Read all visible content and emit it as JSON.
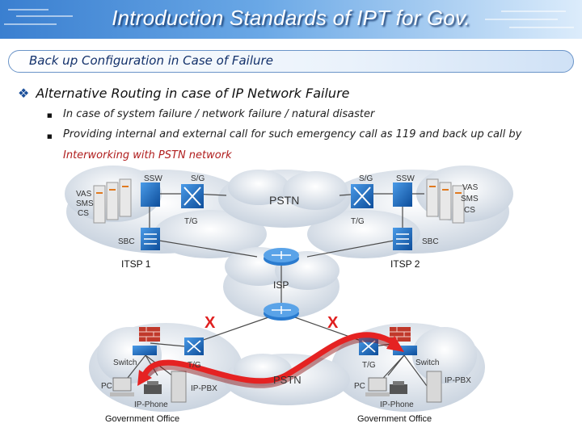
{
  "slide": {
    "title": "Introduction Standards of IPT for Gov.",
    "subtitle": "Back up Configuration in Case of Failure"
  },
  "content": {
    "heading_mark": "❖",
    "heading": "Alternative Routing in case of IP Network Failure",
    "bullet_mark": "■",
    "bullets": [
      "In case of system failure / network failure / natural disaster",
      "Providing internal and external call for such emergency call as 119 and back up call by"
    ],
    "highlight": "Interworking with PSTN network"
  },
  "diagram": {
    "left_itsp": {
      "ssw": "SSW",
      "sg": "S/G",
      "tg": "T/G",
      "sbc": "SBC",
      "vas": "VAS",
      "sms": "SMS",
      "cs": "CS",
      "name": "ITSP 1"
    },
    "right_itsp": {
      "ssw": "SSW",
      "sg": "S/G",
      "tg": "T/G",
      "sbc": "SBC",
      "vas": "VAS",
      "sms": "SMS",
      "cs": "CS",
      "name": "ITSP 2"
    },
    "pstn_top": "PSTN",
    "isp": "ISP",
    "pstn_bottom": "PSTN",
    "failure_mark": "X",
    "left_office": {
      "switch": "Switch",
      "tg": "T/G",
      "pc": "PC",
      "ip_pbx": "IP-PBX",
      "ip_phone": "IP-Phone",
      "name": "Government Office"
    },
    "right_office": {
      "switch": "Switch",
      "tg": "T/G",
      "pc": "PC",
      "ip_pbx": "IP-PBX",
      "ip_phone": "IP-Phone",
      "name": "Government Office"
    },
    "colors": {
      "failure": "#e02020",
      "route": "#e52222",
      "device": "#1b6fc4",
      "firewall": "#c0392b"
    }
  }
}
